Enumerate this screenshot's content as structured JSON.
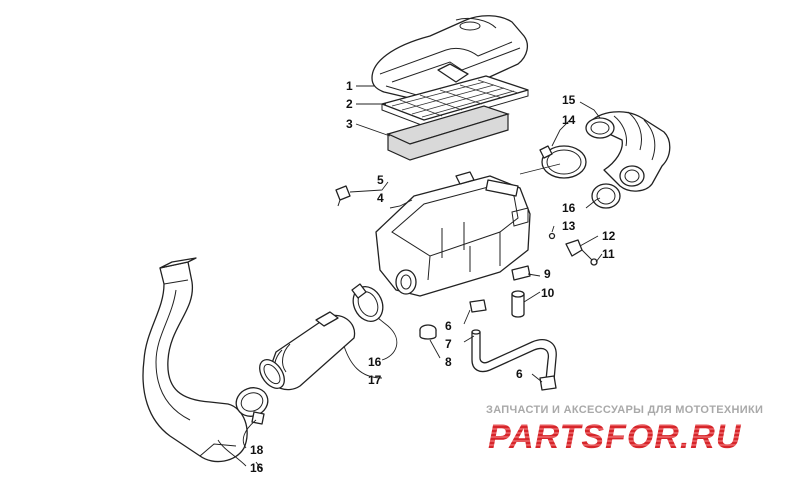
{
  "callouts": {
    "c1": "1",
    "c2": "2",
    "c3": "3",
    "c4": "4",
    "c5": "5",
    "c6a": "6",
    "c6b": "6",
    "c7": "7",
    "c8": "8",
    "c9": "9",
    "c10": "10",
    "c11": "11",
    "c12": "12",
    "c13": "13",
    "c14": "14",
    "c15": "15",
    "c16a": "16",
    "c16b": "16",
    "c16c": "16",
    "c17": "17",
    "c18": "18"
  },
  "watermark": {
    "caption": "ЗАПЧАСТИ И АКСЕССУАРЫ ДЛЯ МОТОТЕХНИКИ",
    "logo_text": "PARTSFOR.RU",
    "color": "#d6262b"
  },
  "colors": {
    "line": "#222222",
    "background": "#ffffff",
    "caption": "#a9a9a9"
  }
}
